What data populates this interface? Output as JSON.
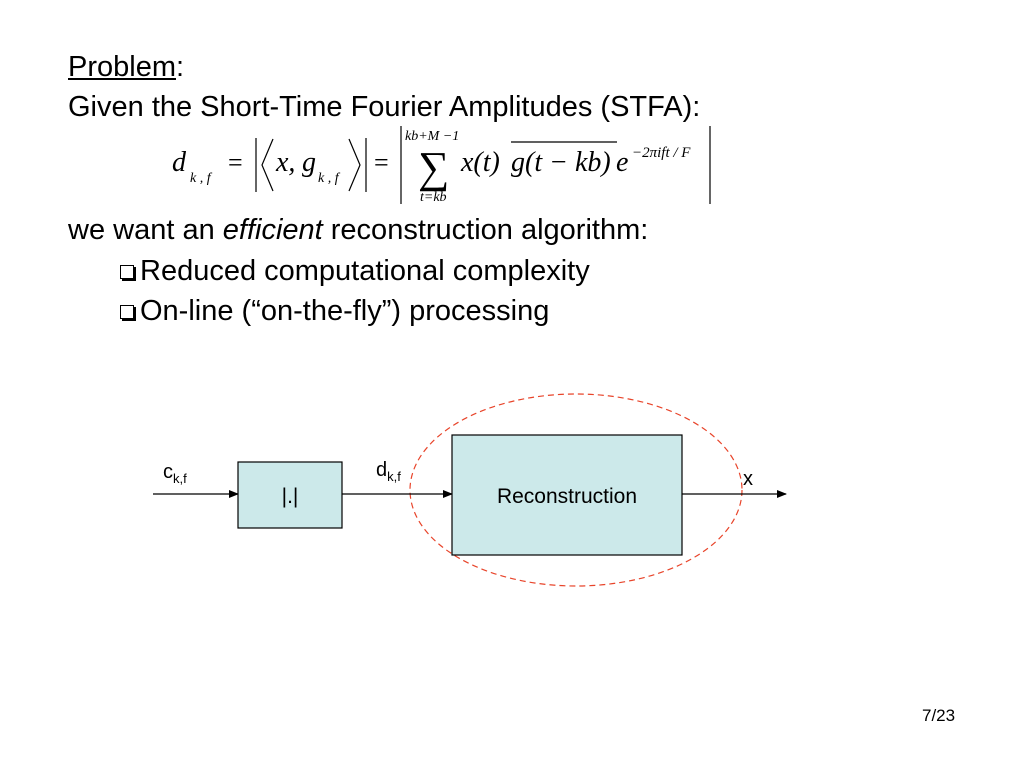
{
  "heading": {
    "problem": "Problem",
    "colon": ":",
    "given": "Given the Short-Time Fourier Amplitudes (STFA):"
  },
  "formula": {
    "lhs": "d",
    "lhs_sub": "k , f",
    "eq": "=",
    "x": "x,",
    "g": "g",
    "g_sub": "k , f",
    "sum_top": "kb+M −1",
    "sum_bottom": "t=kb",
    "sigma": "∑",
    "xt": "x(t)",
    "gconj": "g(t − kb)",
    "e": "e",
    "exp": "−2πift / F"
  },
  "body": {
    "want_pre": "we want an ",
    "want_em": "efficient",
    "want_post": " reconstruction algorithm:",
    "bullets": [
      "Reduced computational complexity",
      "On-line (“on-the-fly”) processing"
    ]
  },
  "diagram": {
    "input_label": "c",
    "input_sub": "k,f",
    "abs_block": "|.|",
    "mid_label": "d",
    "mid_sub": "k,f",
    "recon_block": "Reconstruction",
    "output_label": "x",
    "colors": {
      "block_fill": "#cce9ea",
      "ellipse": "#e8442a",
      "stroke": "#000000"
    }
  },
  "footer": {
    "slide_number": "7/23"
  }
}
